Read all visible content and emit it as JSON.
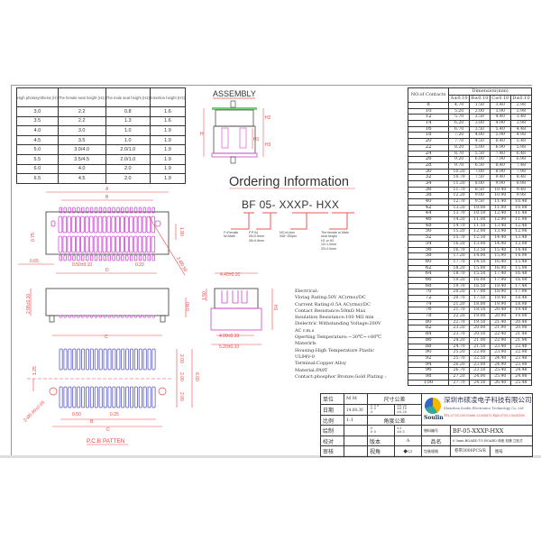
{
  "height_table": {
    "headers": [
      "High photosynthesis (H)",
      "The female seat height (H1)",
      "The male seat height (H2)",
      "Insertion height (H3)"
    ],
    "rows": [
      [
        "3.0",
        "2.2",
        "0.8",
        "1.6"
      ],
      [
        "3.5",
        "2.2",
        "1.3",
        "1.6"
      ],
      [
        "4.0",
        "3.0",
        "1.0",
        "1.9"
      ],
      [
        "4.5",
        "3.5",
        "1.0",
        "1.9"
      ],
      [
        "5.0",
        "3.0/4.0",
        "2.0/1.0",
        "1.9"
      ],
      [
        "5.5",
        "3.5/4.5",
        "2.0/1.0",
        "1.9"
      ],
      [
        "6.0",
        "4.0",
        "2.0",
        "1.9"
      ],
      [
        "6.5",
        "4.5",
        "2.0",
        "1.9"
      ]
    ]
  },
  "dim_table": {
    "header_contacts": "NO.of Contacts",
    "header_group": "Dimension(mm)",
    "columns": [
      "A±0.10",
      "B±0.10",
      "C±0.10",
      "D±0.10"
    ],
    "rows": [
      [
        "8",
        "4.70",
        "1.50",
        "3.40",
        "2.98"
      ],
      [
        "10",
        "5.20",
        "2.00",
        "3.90",
        "2.98"
      ],
      [
        "12",
        "5.70",
        "2.50",
        "4.40",
        "3.48"
      ],
      [
        "14",
        "6.20",
        "3.00",
        "4.90",
        "3.98"
      ],
      [
        "16",
        "6.70",
        "3.50",
        "5.40",
        "4.48"
      ],
      [
        "18",
        "7.20",
        "4.00",
        "5.90",
        "4.98"
      ],
      [
        "20",
        "7.70",
        "4.50",
        "6.40",
        "5.48"
      ],
      [
        "22",
        "8.20",
        "5.00",
        "6.90",
        "5.98"
      ],
      [
        "24",
        "8.70",
        "5.50",
        "7.40",
        "6.48"
      ],
      [
        "26",
        "9.20",
        "6.00",
        "7.90",
        "6.98"
      ],
      [
        "28",
        "9.70",
        "6.50",
        "8.40",
        "7.48"
      ],
      [
        "30",
        "10.20",
        "7.00",
        "8.90",
        "7.98"
      ],
      [
        "32",
        "10.70",
        "7.50",
        "9.40",
        "8.48"
      ],
      [
        "34",
        "11.20",
        "8.00",
        "9.90",
        "8.98"
      ],
      [
        "36",
        "11.70",
        "8.50",
        "10.40",
        "9.48"
      ],
      [
        "38",
        "12.20",
        "9.00",
        "10.90",
        "9.98"
      ],
      [
        "40",
        "12.70",
        "9.50",
        "11.40",
        "10.48"
      ],
      [
        "42",
        "13.20",
        "10.00",
        "11.90",
        "10.98"
      ],
      [
        "44",
        "13.70",
        "10.50",
        "12.40",
        "11.48"
      ],
      [
        "46",
        "14.20",
        "11.00",
        "12.90",
        "11.98"
      ],
      [
        "48",
        "14.70",
        "11.50",
        "13.40",
        "12.48"
      ],
      [
        "50",
        "15.20",
        "12.00",
        "13.90",
        "12.98"
      ],
      [
        "52",
        "15.70",
        "12.50",
        "14.40",
        "13.48"
      ],
      [
        "54",
        "16.20",
        "13.00",
        "14.90",
        "13.98"
      ],
      [
        "56",
        "16.70",
        "13.50",
        "15.40",
        "14.48"
      ],
      [
        "58",
        "17.20",
        "14.00",
        "15.90",
        "14.98"
      ],
      [
        "60",
        "17.70",
        "14.50",
        "16.40",
        "15.48"
      ],
      [
        "62",
        "18.20",
        "15.00",
        "16.90",
        "15.98"
      ],
      [
        "64",
        "18.70",
        "15.50",
        "17.40",
        "16.48"
      ],
      [
        "66",
        "19.20",
        "16.00",
        "17.90",
        "16.98"
      ],
      [
        "68",
        "19.70",
        "16.50",
        "18.40",
        "17.48"
      ],
      [
        "70",
        "20.20",
        "17.00",
        "18.90",
        "17.98"
      ],
      [
        "72",
        "20.70",
        "17.50",
        "19.40",
        "18.48"
      ],
      [
        "74",
        "21.20",
        "18.00",
        "19.90",
        "18.98"
      ],
      [
        "76",
        "21.70",
        "18.50",
        "20.40",
        "19.48"
      ],
      [
        "78",
        "22.20",
        "19.00",
        "20.90",
        "19.98"
      ],
      [
        "80",
        "22.70",
        "19.50",
        "21.40",
        "20.48"
      ],
      [
        "82",
        "23.20",
        "20.00",
        "21.90",
        "20.98"
      ],
      [
        "84",
        "23.70",
        "20.50",
        "22.40",
        "21.48"
      ],
      [
        "86",
        "24.20",
        "21.00",
        "22.90",
        "21.98"
      ],
      [
        "88",
        "24.70",
        "21.50",
        "23.40",
        "22.48"
      ],
      [
        "90",
        "25.20",
        "22.00",
        "23.90",
        "22.98"
      ],
      [
        "92",
        "25.70",
        "22.50",
        "24.40",
        "23.48"
      ],
      [
        "94",
        "26.20",
        "23.00",
        "24.90",
        "23.98"
      ],
      [
        "96",
        "26.70",
        "23.50",
        "25.40",
        "24.48"
      ],
      [
        "98",
        "27.20",
        "24.00",
        "25.90",
        "24.98"
      ],
      [
        "100",
        "27.70",
        "24.50",
        "26.40",
        "25.48"
      ]
    ]
  },
  "assembly": {
    "title": "ASSEMBLY",
    "labels": [
      "H",
      "H2",
      "H1",
      "H3"
    ]
  },
  "ordering": {
    "title": "Ordering Information",
    "part": "BF 05- XXXP- HXX",
    "legend": [
      "F=Female\nM=Male",
      "P.P.04\n05=0.5mm\n08=0.8mm",
      "NO.of pins\n008~100pin",
      "The female or Male\nseat height\nH1 or H2\n10=1.0mm\n20=2.0mm"
    ]
  },
  "top_view": {
    "A": "A",
    "B": "B",
    "D": "D",
    "d075": "0.75",
    "d065": "0.65",
    "pitch": "0.50±0.10",
    "d020": "0.20",
    "d190": "1.90",
    "holes": "2-Ø0.50"
  },
  "front_view": {
    "height": "2.95±0.10",
    "d040": "0.40",
    "C": "C"
  },
  "side_view": {
    "w1": "4.40±0.10",
    "h150": "1.50",
    "h1": "H1",
    "w2": "4.00±0.10",
    "w3": "5.20±0.10"
  },
  "pcb": {
    "title": "P.C.B PATTEN",
    "d125": "1.25",
    "holes": "2-Ø0.65±0.05",
    "d200a": "2.00",
    "d200b": "2.00",
    "d200c": "2.00",
    "d600": "6.00",
    "d050": "0.50",
    "d025": "0.25",
    "B": "B",
    "C": "C"
  },
  "electrical": [
    "Electrical:",
    "Vlotag Rating:50V AC(rms)/DC",
    "Current Rating:0.5A AC(rms)/DC",
    "Contact Resistance:50mΩ Max",
    "Insulation Resistance:100 MΩ min",
    "Dielectric Withstanding Voltage:200V",
    "AC r.m.s",
    "Operting Temperature:－30℃~+80℃",
    "Materirls",
    "Housing:High Temperature Plastic",
    "UL94V-0",
    "Terminal:Copper Alloy",
    "Material:PA9T",
    "Contact:phosphor Bronze,Gold Plating :"
  ],
  "title_block": {
    "unit_label": "单位",
    "unit": "M M",
    "tol_label": "尺寸公差",
    "date_label": "日期",
    "date": "14.08.30",
    "tol1": ".0 0 0\n.0 0\n.0",
    "tol2": "±0.05\n±0.10\n±0.20",
    "scale_label": "比例",
    "scale": "1:1",
    "angle_label": "角度公差",
    "draw_label": "绘制",
    "ang1": ".0\n.0 0",
    "ang2": "±1\n±0.5",
    "check_label": "校对",
    "ver_label": "版本",
    "ver": "A",
    "approve_label": "审核",
    "view_label": "视角",
    "part_no_label": "物料编号",
    "part_no": "BF-05-XXXP-HXX",
    "name_label": "品名",
    "name": "0.5mm BOARD TO BOARD 母座 双槽 立贴式",
    "pack_label": "包装规格",
    "pack": "卷带3000PCS/R",
    "dwg_label": "图号",
    "company_cn": "深圳市硕凌电子科技有限公司",
    "company_en": "Shenzhen Soulin Electronics Technology Co.,Ltd",
    "contact": "TEL:0755-29035866 33050673    FAX:0755-29028198",
    "logo": "Soulin"
  },
  "colors": {
    "dim": "#e33",
    "pin": "#d24ad8",
    "pad": "#5a5ad0",
    "outline": "#333"
  }
}
